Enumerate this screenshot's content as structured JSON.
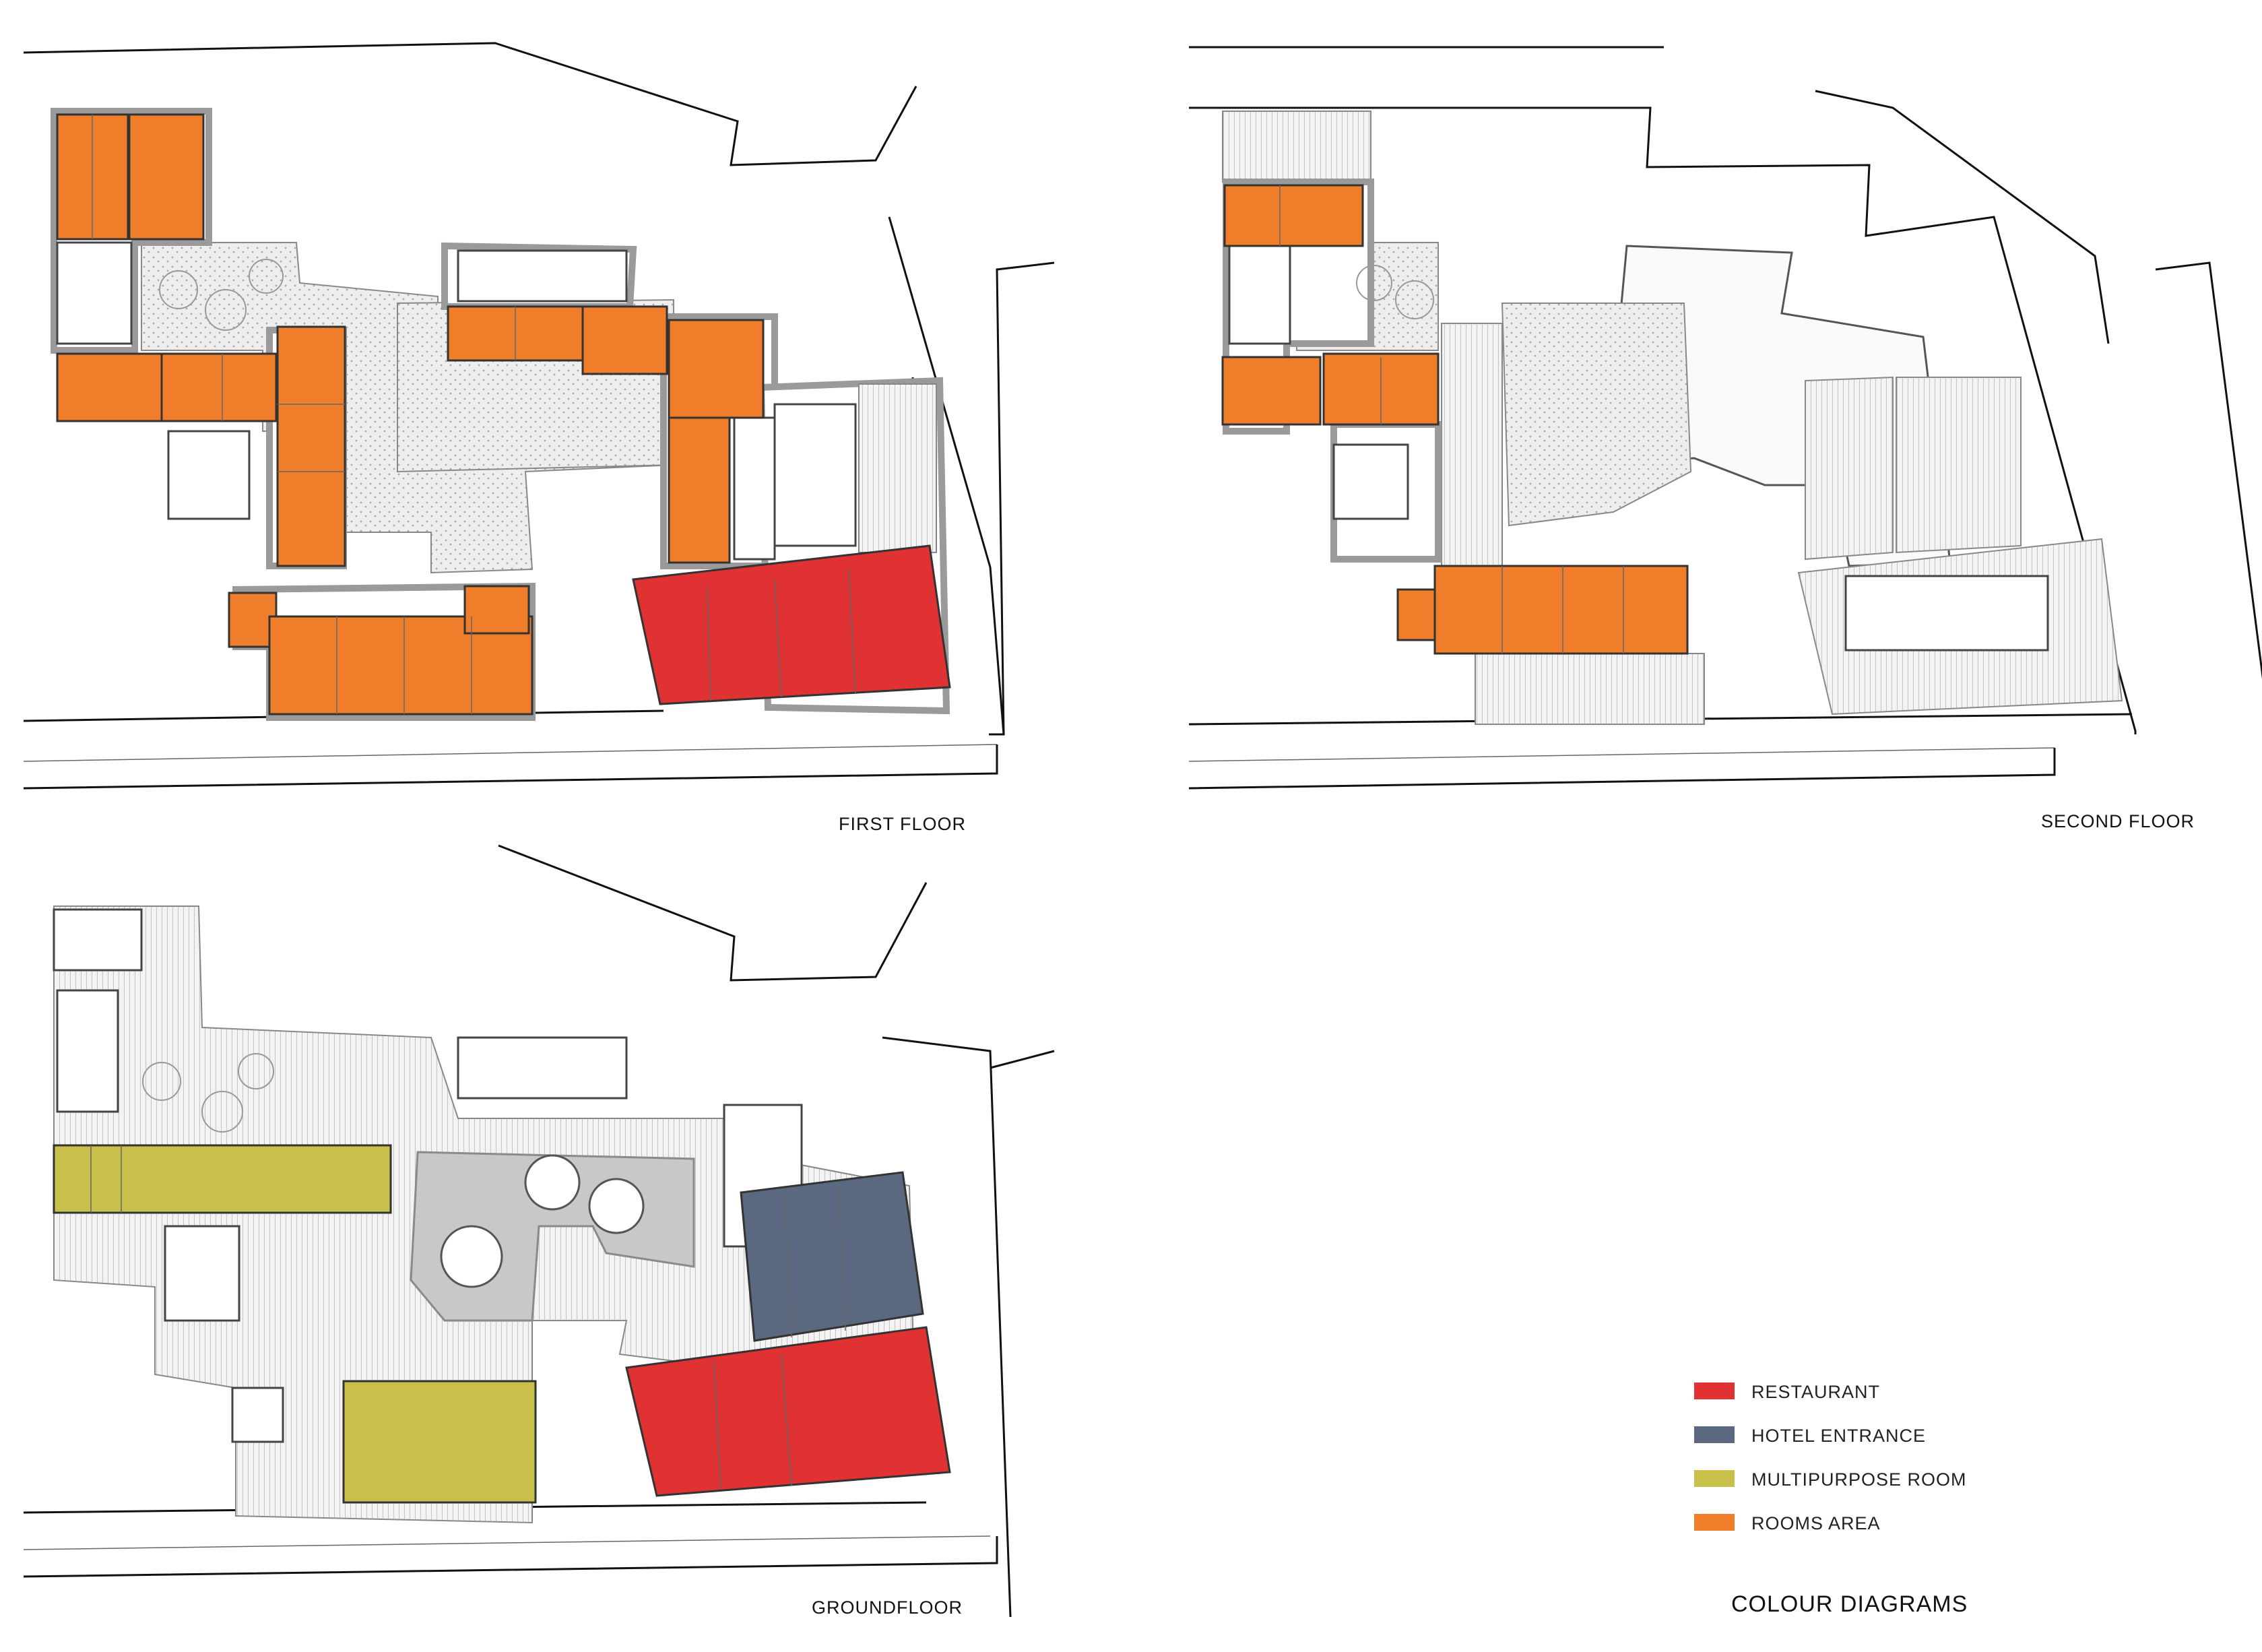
{
  "plans": [
    {
      "id": "first",
      "label": "FIRST FLOOR"
    },
    {
      "id": "second",
      "label": "SECOND FLOOR"
    },
    {
      "id": "ground",
      "label": "GROUNDFLOOR"
    }
  ],
  "legend": {
    "title": "COLOUR DIAGRAMS",
    "items": [
      {
        "label": "RESTAURANT",
        "color": "#e03232"
      },
      {
        "label": "HOTEL ENTRANCE",
        "color": "#5a6880"
      },
      {
        "label": "MULTIPURPOSE ROOM",
        "color": "#c8c04a"
      },
      {
        "label": "ROOMS AREA",
        "color": "#ef7d2a"
      }
    ]
  },
  "colors": {
    "restaurant": "#e03232",
    "hotel_entrance": "#5a6880",
    "multipurpose": "#c8c04a",
    "rooms": "#ef7d2a",
    "wall_grey": "#9a9a9a",
    "courtyard_grey": "#c8c8c8"
  }
}
